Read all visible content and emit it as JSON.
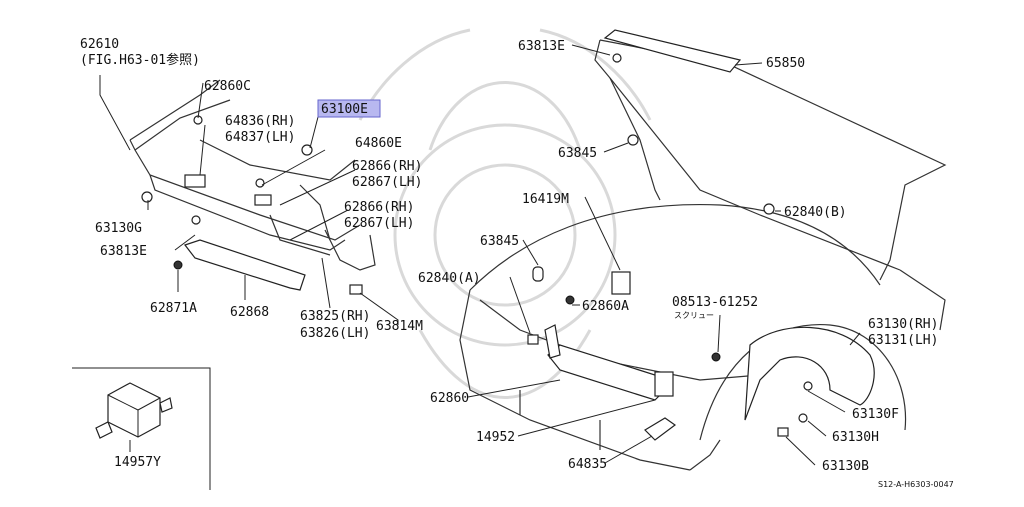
{
  "labels": {
    "p62610": "62610",
    "fig_ref": "(FIG.H63-01参照)",
    "p62860c": "62860C",
    "p64836": "64836(RH)",
    "p64837": "64837(LH)",
    "p63100e": "63100E",
    "p64860e": "64860E",
    "p62866": "62866(RH)",
    "p62867a": "62867(LH)",
    "p62866b": "62866(RH)",
    "p62867b": "62867(LH)",
    "p63130g": "63130G",
    "p63813e_l": "63813E",
    "p62871a": "62871A",
    "p62868": "62868",
    "p63825": "63825(RH)",
    "p63826": "63826(LH)",
    "p63814m": "63814M",
    "p63813e_t": "63813E",
    "p65850": "65850",
    "p63845_t": "63845",
    "p16419m": "16419M",
    "p62840b": "62840(B)",
    "p63845_m": "63845",
    "p62840a": "62840(A)",
    "p62860a": "62860A",
    "p08513": "08513-61252",
    "screw": "スクリュー",
    "p63130": "63130(RH)",
    "p63131": "63131(LH)",
    "p62860": "62860",
    "p63130f": "63130F",
    "p14952": "14952",
    "p63130h": "63130H",
    "p64835": "64835",
    "p63130b": "63130B",
    "p14957y": "14957Y",
    "code": "S12-A-H6303-0047"
  },
  "highlight_color": "#b8b8f0"
}
